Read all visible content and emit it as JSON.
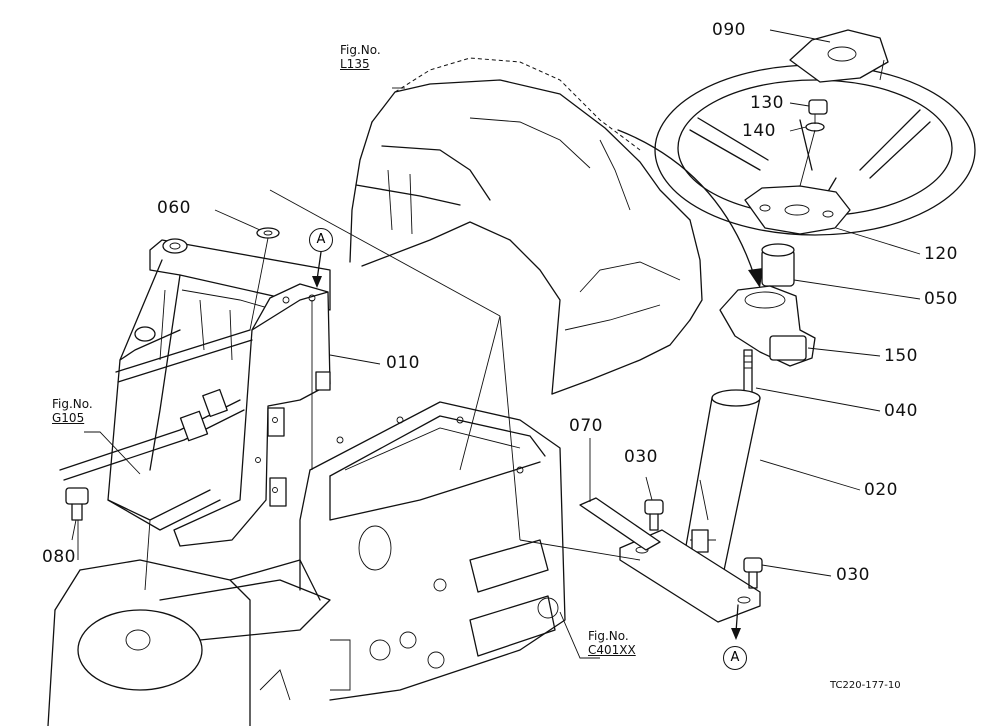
{
  "parts": {
    "p090": "090",
    "p130": "130",
    "p140": "140",
    "p120": "120",
    "p050": "050",
    "p150": "150",
    "p040": "040",
    "p020": "020",
    "p030_upper": "030",
    "p030_lower": "030",
    "p070": "070",
    "p060": "060",
    "p010": "010",
    "p080": "080"
  },
  "references": {
    "l135_line1": "Fig.No.",
    "l135_line2": "L135",
    "g105_line1": "Fig.No.",
    "g105_line2": "G105",
    "c401_line1": "Fig.No.",
    "c401_line2": "C401XX"
  },
  "markers": {
    "a_top": "A",
    "a_bottom": "A"
  },
  "drawing_code": "TC220-177-10"
}
